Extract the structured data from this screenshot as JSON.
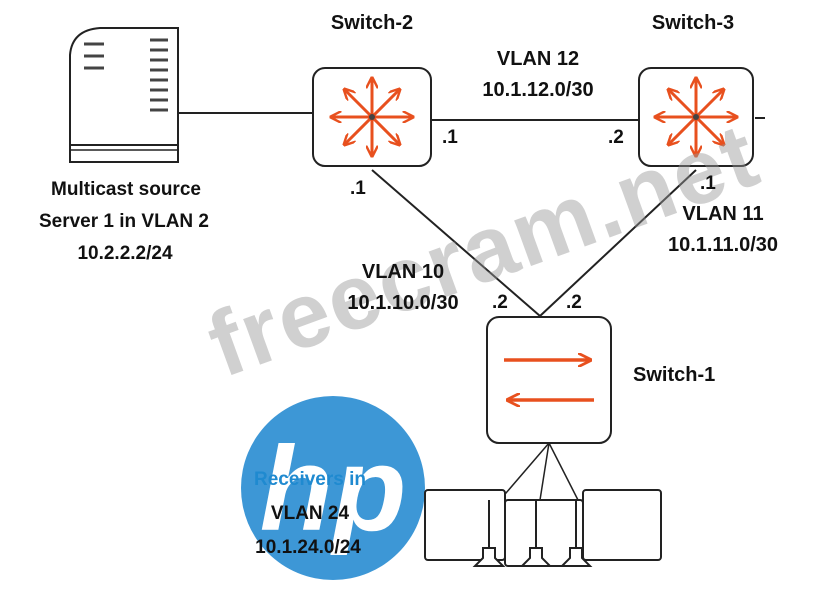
{
  "nodes": {
    "switch2": {
      "label": "Switch-2"
    },
    "switch3": {
      "label": "Switch-3"
    },
    "switch1": {
      "label": "Switch-1"
    },
    "server": {
      "line1": "Multicast source",
      "line2": "Server 1 in VLAN 2",
      "line3": "10.2.2.2/24"
    },
    "receivers": {
      "line1": "Receivers in",
      "line2": "VLAN 24",
      "line3": "10.1.24.0/24"
    }
  },
  "links": {
    "vlan12": {
      "name": "VLAN 12",
      "subnet": "10.1.12.0/30",
      "end_a": ".1",
      "end_b": ".2"
    },
    "vlan10": {
      "name": "VLAN 10",
      "subnet": "10.1.10.0/30",
      "end_a": ".1",
      "end_b": ".2"
    },
    "vlan11": {
      "name": "VLAN 11",
      "subnet": "10.1.11.0/30",
      "end_a": ".1",
      "end_b": ".2"
    }
  },
  "watermark": {
    "text": "freecram.net"
  },
  "logo": {
    "text": "hp"
  },
  "colors": {
    "arrow": "#e8501e",
    "box_stroke": "#222222",
    "hp_blue": "#1f8ad0",
    "watermark": "#999999"
  }
}
